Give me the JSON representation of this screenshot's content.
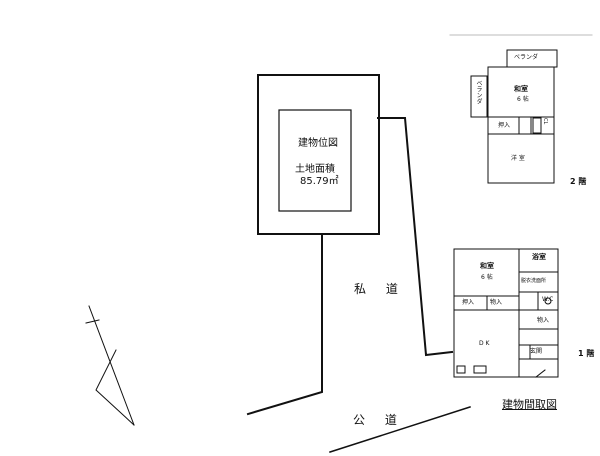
{
  "site": {
    "title": "建物位図",
    "area_label": "土地面積",
    "area_value": "85.79㎡"
  },
  "roads": {
    "private": "私 道",
    "public": "公 道"
  },
  "floor2": {
    "label": "2 階",
    "veranda_top": "ベランダ",
    "veranda_side": "ベランダ",
    "room_main": "和室",
    "room_main_size": "6 帖",
    "closet": "押入",
    "room_lower": "洋 室",
    "small_cl": "CL"
  },
  "floor1": {
    "label": "1 階",
    "washitsu": "和室",
    "washitsu_size": "6 帖",
    "bath": "浴室",
    "laundry": "脱衣洗面所",
    "closet": "押入",
    "storage": "物入",
    "storage2": "物入",
    "wc": "W.C",
    "dk": "D K",
    "entrance": "玄関"
  },
  "caption": "建物間取図"
}
